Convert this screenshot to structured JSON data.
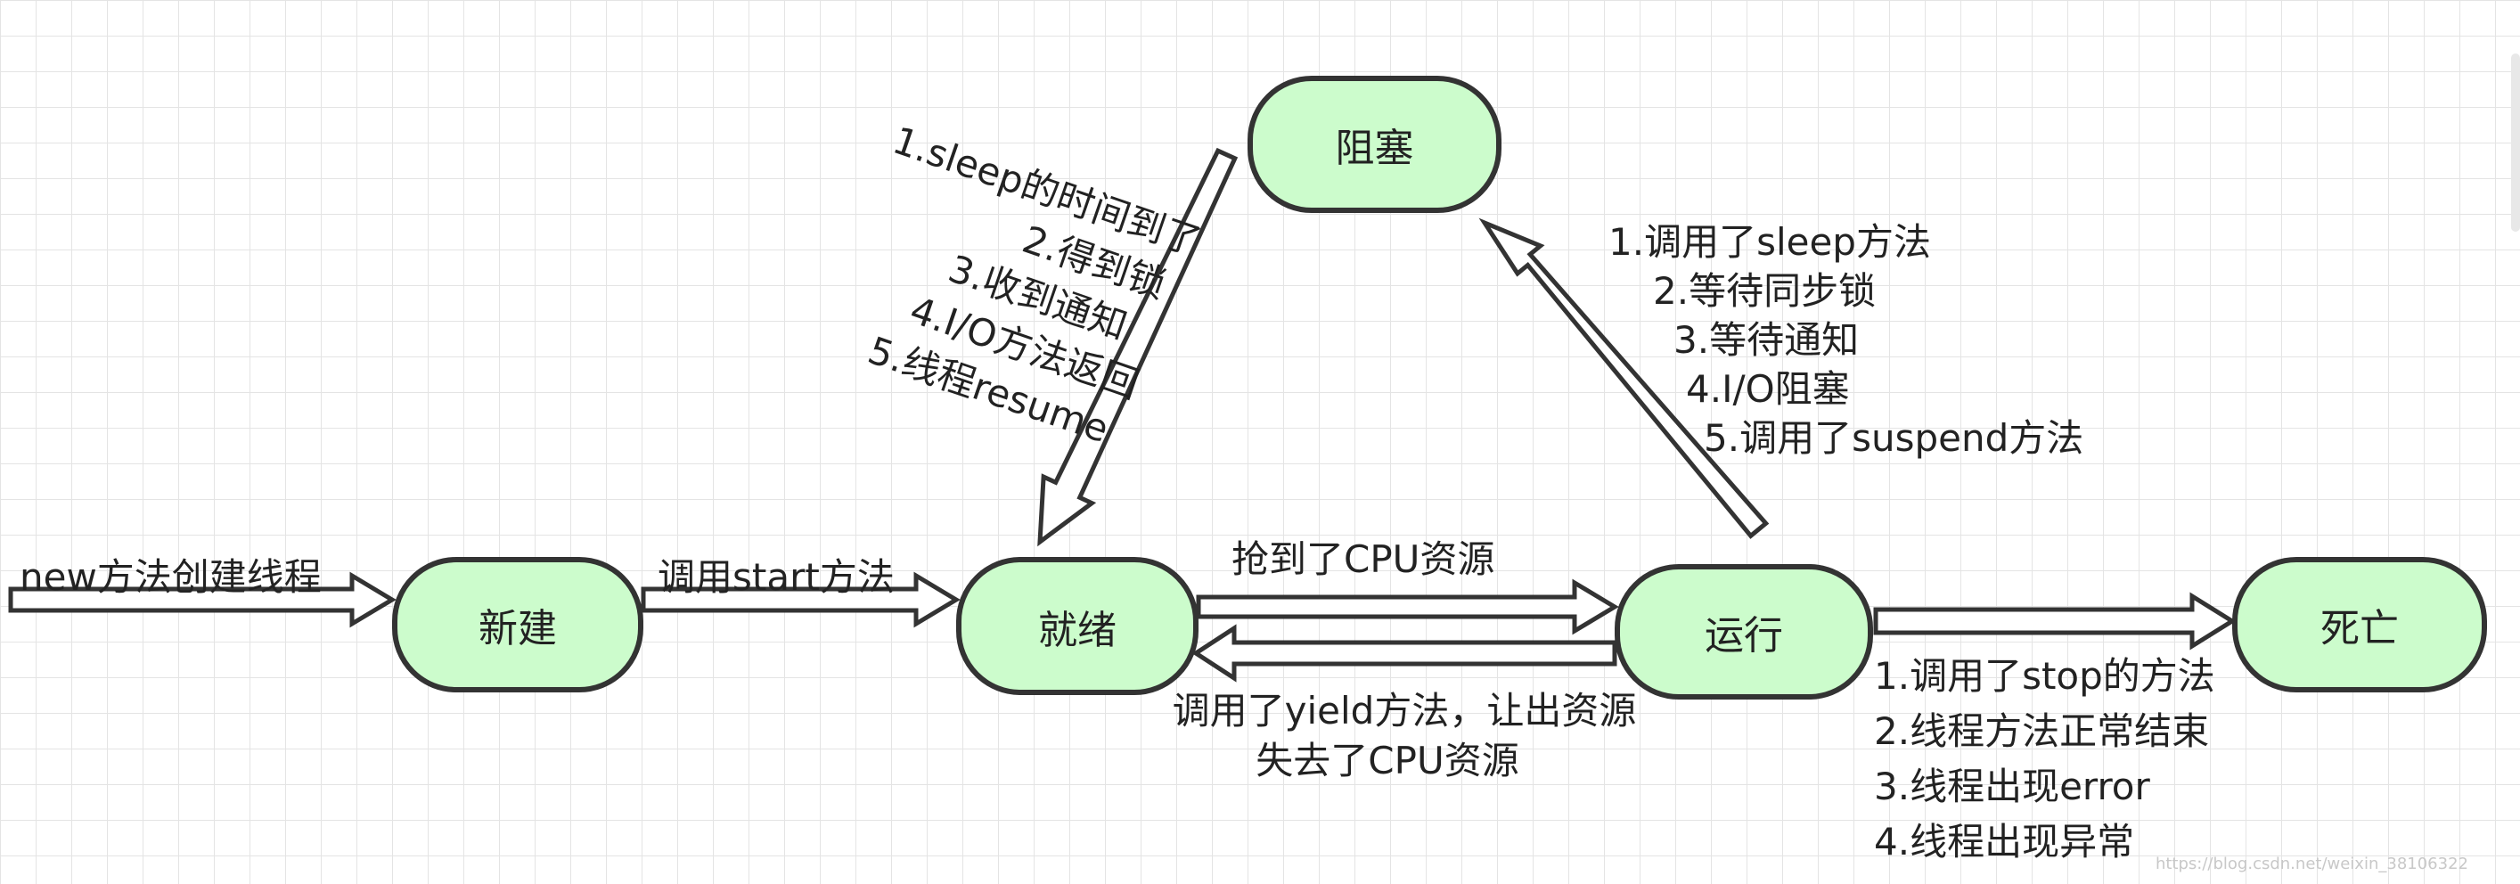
{
  "nodes": {
    "new": "新建",
    "ready": "就绪",
    "running": "运行",
    "blocked": "阻塞",
    "dead": "死亡"
  },
  "edges": {
    "create": "new方法创建线程",
    "start": "调用start方法",
    "acquire_cpu": "抢到了CPU资源",
    "yield_lines": [
      "调用了yield方法，让出资源",
      "失去了CPU资源"
    ],
    "to_blocked_lines": [
      "1.调用了sleep方法",
      "2.等待同步锁",
      "3.等待通知",
      "4.I/O阻塞",
      "5.调用了suspend方法"
    ],
    "unblock_lines": [
      "1.sleep的时间到了",
      "2.得到锁",
      "3.收到通知",
      "4.I/O方法返回",
      "5.线程resume"
    ],
    "terminate_lines": [
      "1.调用了stop的方法",
      "2.线程方法正常结束",
      "3.线程出现error",
      "4.线程出现异常"
    ]
  },
  "watermark": "https://blog.csdn.net/weixin_38106322",
  "colors": {
    "node_fill": "#ccfccc",
    "stroke": "#333333",
    "grid": "#e4e4e4"
  }
}
